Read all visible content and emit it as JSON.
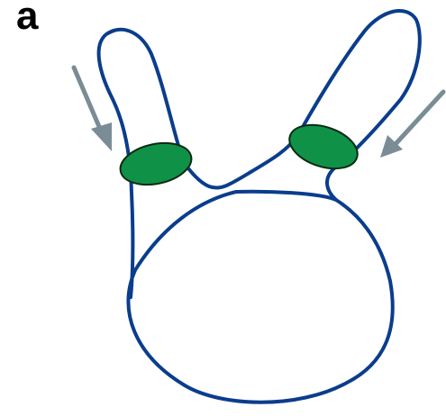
{
  "panel": {
    "label": "a"
  },
  "colors": {
    "curve": "#0a3d8c",
    "clasp_fill": "#0f9147",
    "clasp_stroke": "#0a2a12",
    "arrow": "#7a8c96",
    "background": "#ffffff"
  },
  "elements": {
    "curve": "closed-loop-curve",
    "clasps": [
      "left-clasp",
      "right-clasp"
    ],
    "arrows": [
      "left-arrow",
      "right-arrow"
    ]
  }
}
